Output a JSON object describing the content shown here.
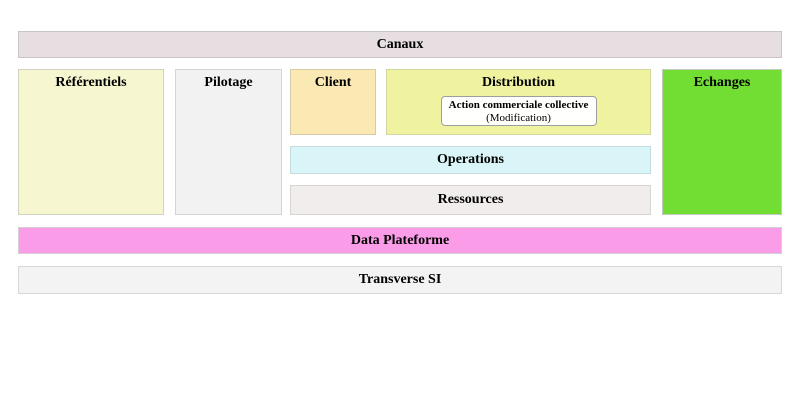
{
  "diagram": {
    "canaux": {
      "label": "Canaux",
      "bg": "#E6DEE1"
    },
    "referentiels": {
      "label": "Référentiels",
      "bg": "#F6F7D0"
    },
    "pilotage": {
      "label": "Pilotage",
      "bg": "#F2F2F2"
    },
    "client": {
      "label": "Client",
      "bg": "#FAE9B3"
    },
    "distribution": {
      "label": "Distribution",
      "bg": "#EFF3A0",
      "callout": {
        "title": "Action commerciale collective",
        "subtitle": "(Modification)",
        "bg": "#FFFFFE"
      }
    },
    "echanges": {
      "label": "Echanges",
      "bg": "#72DE33"
    },
    "operations": {
      "label": "Operations",
      "bg": "#D9F5F7"
    },
    "ressources": {
      "label": "Ressources",
      "bg": "#F2EDED"
    },
    "data_plateforme": {
      "label": "Data Plateforme",
      "bg": "#FB9CE9"
    },
    "transverse_si": {
      "label": "Transverse SI",
      "bg": "#F3F3F3"
    }
  }
}
